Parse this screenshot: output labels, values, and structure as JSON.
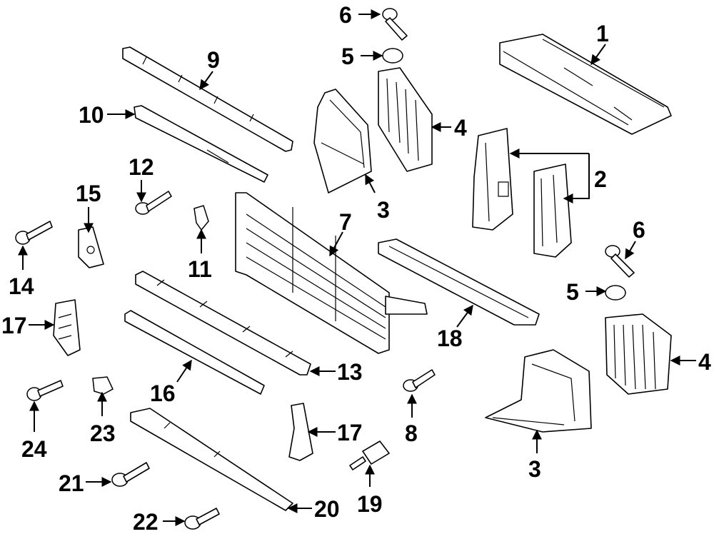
{
  "callouts": [
    {
      "id": "c1",
      "label": "1"
    },
    {
      "id": "c2",
      "label": "2"
    },
    {
      "id": "c3a",
      "label": "3"
    },
    {
      "id": "c3b",
      "label": "3"
    },
    {
      "id": "c4a",
      "label": "4"
    },
    {
      "id": "c4b",
      "label": "4"
    },
    {
      "id": "c5a",
      "label": "5"
    },
    {
      "id": "c5b",
      "label": "5"
    },
    {
      "id": "c6a",
      "label": "6"
    },
    {
      "id": "c6b",
      "label": "6"
    },
    {
      "id": "c7",
      "label": "7"
    },
    {
      "id": "c8",
      "label": "8"
    },
    {
      "id": "c9",
      "label": "9"
    },
    {
      "id": "c10",
      "label": "10"
    },
    {
      "id": "c11",
      "label": "11"
    },
    {
      "id": "c12",
      "label": "12"
    },
    {
      "id": "c13",
      "label": "13"
    },
    {
      "id": "c14",
      "label": "14"
    },
    {
      "id": "c15",
      "label": "15"
    },
    {
      "id": "c16",
      "label": "16"
    },
    {
      "id": "c17a",
      "label": "17"
    },
    {
      "id": "c17b",
      "label": "17"
    },
    {
      "id": "c18",
      "label": "18"
    },
    {
      "id": "c19",
      "label": "19"
    },
    {
      "id": "c20",
      "label": "20"
    },
    {
      "id": "c21",
      "label": "21"
    },
    {
      "id": "c22",
      "label": "22"
    },
    {
      "id": "c23",
      "label": "23"
    },
    {
      "id": "c24",
      "label": "24"
    }
  ]
}
